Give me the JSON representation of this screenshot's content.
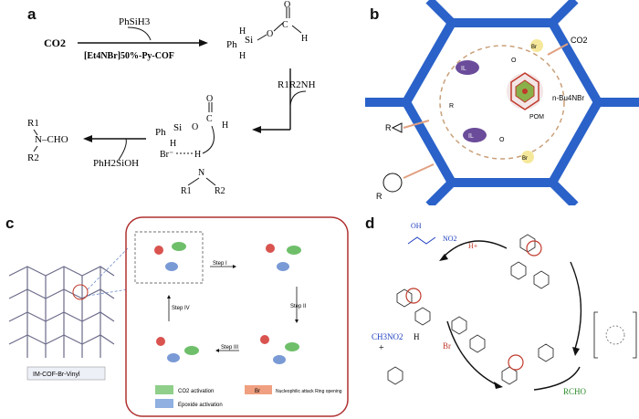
{
  "panels": {
    "a": {
      "letter": "a",
      "reagent_top": "PhSiH3",
      "reactant": "CO2",
      "catalyst": "[Et4NBr]50%-Py-COF",
      "amine": "R1R2NH",
      "byproduct": "PhH2SiOH",
      "product": "N–CHO",
      "silane_ph": "Ph",
      "silane_h": "H",
      "silane_si": "Si",
      "r1": "R1",
      "r2": "R2",
      "br_label": "Br⁻",
      "o_label": "O",
      "n_label": "N",
      "c_label": "C",
      "h_label": "H"
    },
    "b": {
      "letter": "b",
      "co2": "CO2",
      "base": "n-Bu4NBr",
      "pom": "POM",
      "label_r": "R",
      "label_br": "Br",
      "label_o": "O",
      "il_a": "IL",
      "il_b": "IL"
    },
    "c": {
      "letter": "c",
      "framework_label": "IM-COF-Br-Vinyl",
      "step1": "Step I",
      "step2": "Step II",
      "step3": "Step III",
      "step4": "Step IV",
      "legend1": "CO2 activation",
      "legend2": "Epoxide activation",
      "legend3": "Nucleophilic attack Ring opening",
      "legend_br": "Br"
    },
    "d": {
      "letter": "d",
      "reagent1": "CH3NO2",
      "plus": "+",
      "reagent2": "RCHO",
      "h_plus": "H+",
      "h_label": "H",
      "br_label": "Br",
      "oh_label": "OH",
      "no2_label": "NO2"
    }
  },
  "colors": {
    "hexagon": "#2a62c9",
    "panel_c_border": "#b03030",
    "purple": "#6b4c9a",
    "green_node": "#4c9a3a",
    "red_node": "#c0392b",
    "blue_text": "#1f3fbf"
  }
}
